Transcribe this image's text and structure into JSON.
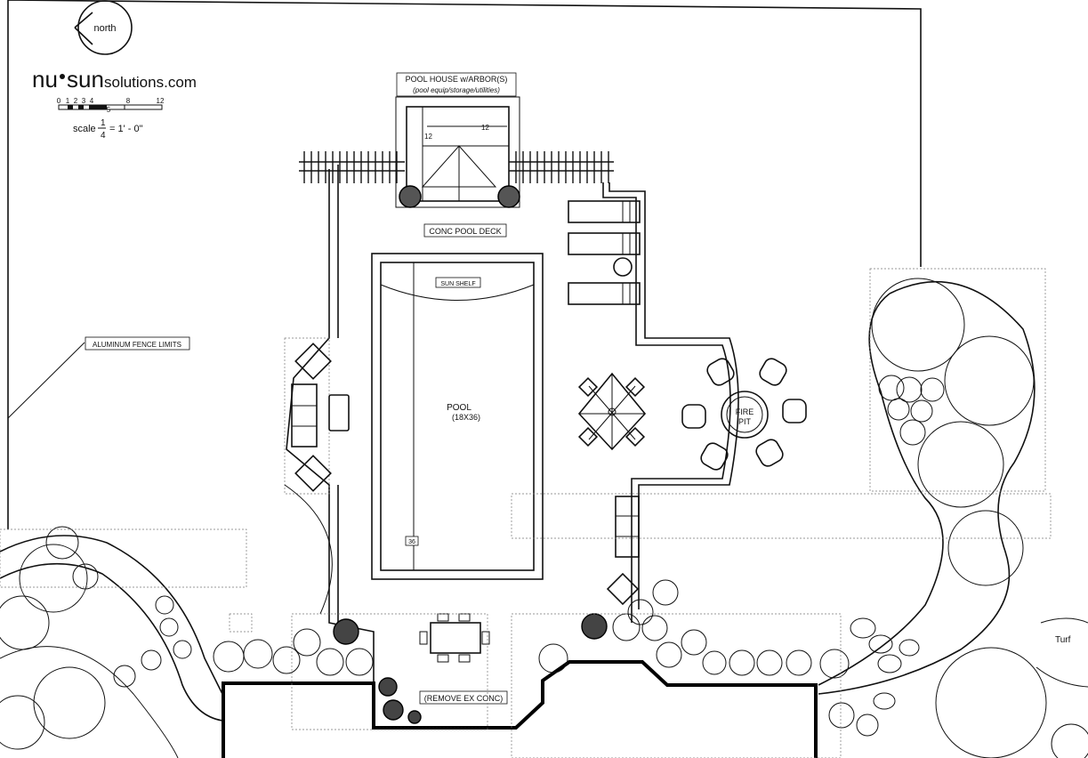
{
  "north_arrow": {
    "label": "north"
  },
  "brand": {
    "name_left": "nu",
    "name_right": "sun",
    "suffix": "solutions.com"
  },
  "scale_bar": {
    "ticks": [
      "0",
      "1",
      "2",
      "3",
      "4",
      "5",
      "8",
      "12"
    ],
    "text": "scale",
    "num": "1",
    "den": "4",
    "rest": "= 1' - 0\""
  },
  "labels": {
    "pool_house_line1": "POOL HOUSE w/ARBOR(S)",
    "pool_house_line2": "(pool equip/storage/utilities)",
    "pool_house_dim_width": "12",
    "pool_house_dim_depth": "12",
    "deck": "CONC POOL DECK",
    "sun_shelf": "SUN SHELF",
    "pool_line1": "POOL",
    "pool_line2": "(18X36)",
    "pool_dim": "36",
    "fence": "ALUMINUM FENCE LIMITS",
    "fire_pit_line1": "FIRE",
    "fire_pit_line2": "PIT",
    "remove_conc": "(REMOVE EX CONC)",
    "turf": "Turf"
  }
}
